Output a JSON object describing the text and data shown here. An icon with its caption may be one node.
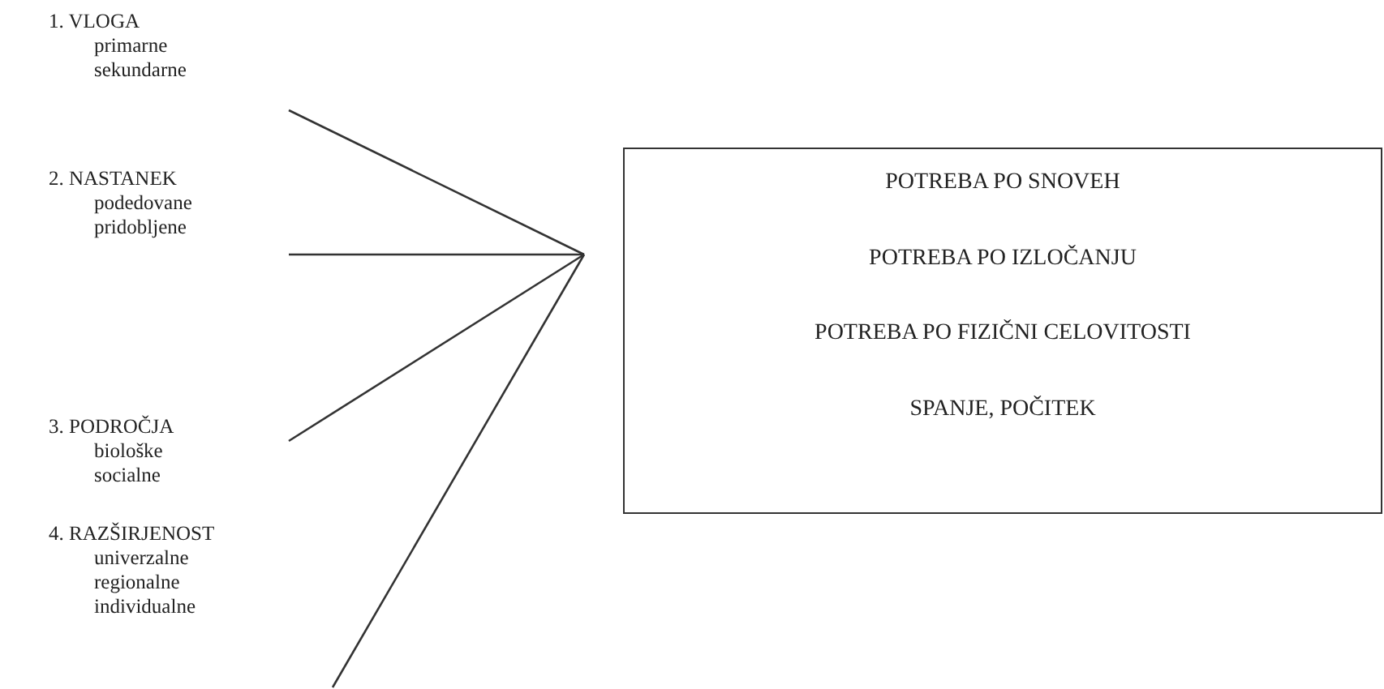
{
  "diagram": {
    "nodes": [
      {
        "text": [
          "1. VLOGA",
          "primarne",
          "sekundarne"
        ]
      },
      {
        "text": [
          "2. NASTANEK",
          "podedovane",
          "pridobljene"
        ]
      },
      {
        "text": [
          "3. PODROČJA",
          "biološke",
          "socialne"
        ]
      },
      {
        "text": [
          "4. RAZŠIRJENOST",
          "univerzalne",
          "regionalne",
          "individualne"
        ]
      },
      {
        "text": [
          "POTREBA PO SNOVEH",
          "POTREBA PO IZLOČANJU",
          "POTREBA PO FIZIČNI CELOVITOSTI",
          "SPANJE, POČITEK"
        ]
      }
    ],
    "edges": [
      {
        "from": 0,
        "to": null,
        "arrow": "none"
      },
      {
        "from": 1,
        "to": null,
        "arrow": "none"
      },
      {
        "from": 2,
        "to": null,
        "arrow": "none"
      }
    ]
  }
}
